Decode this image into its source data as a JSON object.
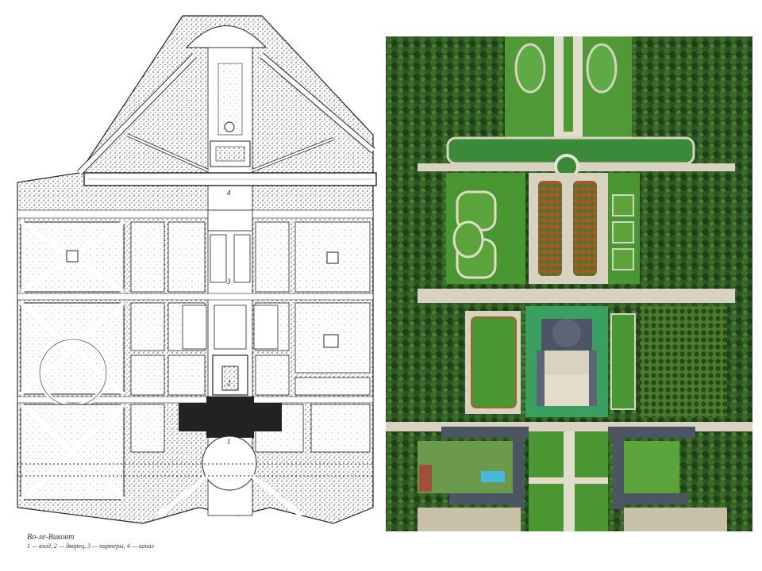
{
  "caption": {
    "title": "Во-ле-Виконт",
    "legend": "1 — вход, 2 — дворец, 3 — партеры, 4 — канал"
  },
  "plan_labels": {
    "entrance": "1",
    "palace": "2",
    "parterres": "3",
    "canal": "4"
  },
  "colors": {
    "ink": "#222222",
    "lawn": "#3f8a2c",
    "lawn_light": "#5aa43a",
    "forest": "#24471a",
    "gravel": "#d8d2c0",
    "roof": "#4b5563",
    "water": "#3a9a6a",
    "parterre_red": "#b0642c"
  }
}
